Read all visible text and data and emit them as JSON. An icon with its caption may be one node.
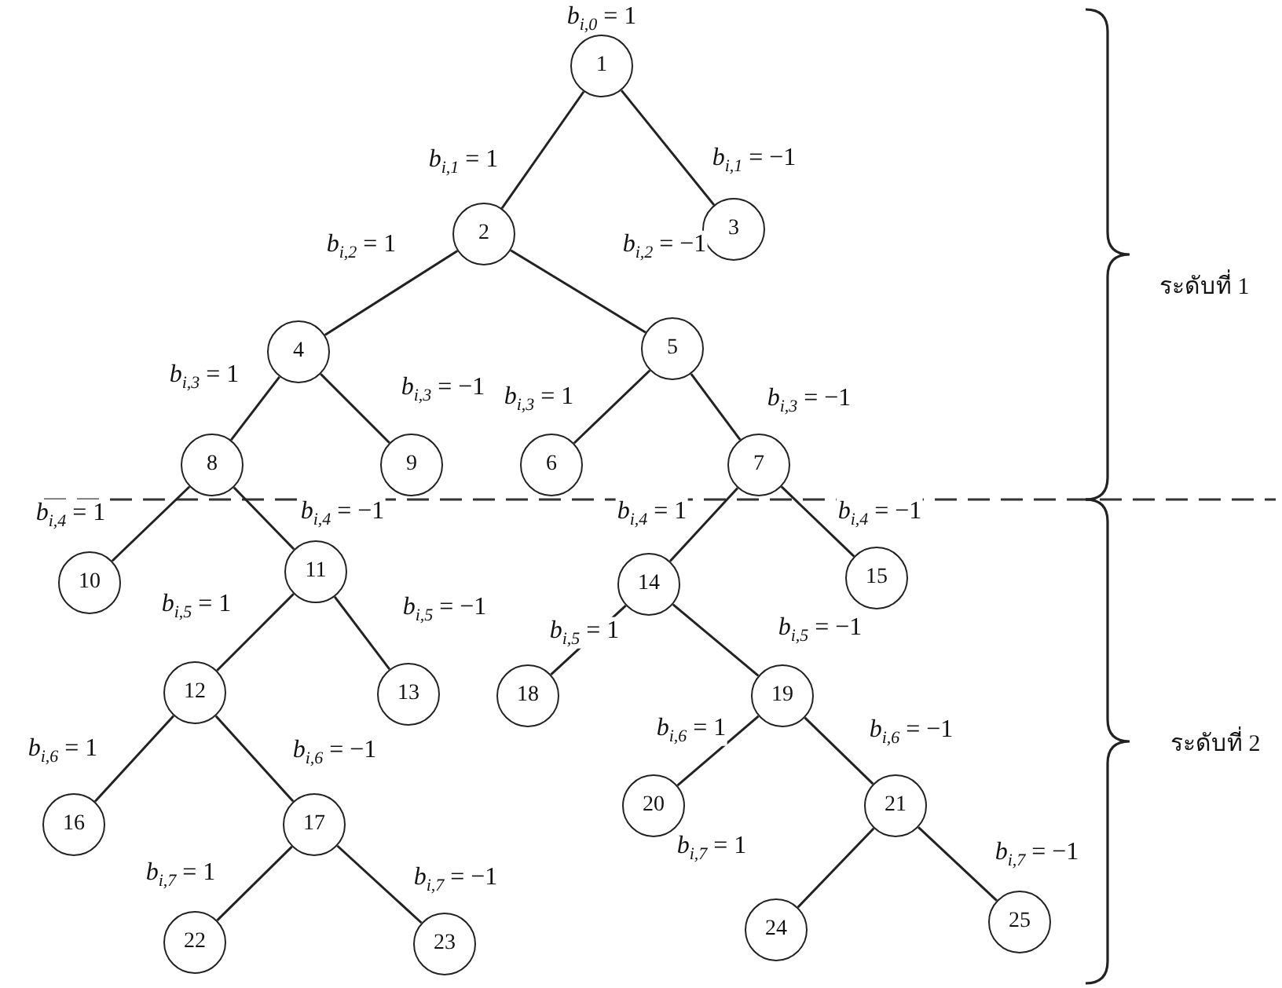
{
  "diagram": {
    "nodes": [
      {
        "text": [
          "1"
        ],
        "beside": [
          "*b*$_{i,0}$ = 1"
        ]
      },
      {
        "text": [
          "2"
        ]
      },
      {
        "text": [
          "3"
        ]
      },
      {
        "text": [
          "4"
        ]
      },
      {
        "text": [
          "5"
        ]
      },
      {
        "text": [
          "6"
        ]
      },
      {
        "text": [
          "7"
        ]
      },
      {
        "text": [
          "8"
        ]
      },
      {
        "text": [
          "9"
        ]
      },
      {
        "text": [
          "10"
        ]
      },
      {
        "text": [
          "11"
        ]
      },
      {
        "text": [
          "12"
        ]
      },
      {
        "text": [
          "13"
        ]
      },
      {
        "text": [
          "14"
        ]
      },
      {
        "text": [
          "15"
        ]
      },
      {
        "text": [
          "16"
        ]
      },
      {
        "text": [
          "17"
        ]
      },
      {
        "text": [
          "18"
        ]
      },
      {
        "text": [
          "19"
        ]
      },
      {
        "text": [
          "20"
        ]
      },
      {
        "text": [
          "21"
        ]
      },
      {
        "text": [
          "22"
        ]
      },
      {
        "text": [
          "23"
        ]
      },
      {
        "text": [
          "24"
        ]
      },
      {
        "text": [
          "25"
        ]
      }
    ],
    "edges": [
      {
        "from": 0,
        "to": 1,
        "arrow": "none",
        "label": "*b*$_{i,1}$ = 1"
      },
      {
        "from": 0,
        "to": 2,
        "arrow": "none",
        "label": "*b*$_{i,1}$ = −1"
      },
      {
        "from": 1,
        "to": 3,
        "arrow": "none",
        "label": "*b*$_{i,2}$ = 1"
      },
      {
        "from": 1,
        "to": 4,
        "arrow": "none",
        "label": "*b*$_{i,2}$ = −1"
      },
      {
        "from": 3,
        "to": 7,
        "arrow": "none",
        "label": "*b*$_{i,3}$ = 1"
      },
      {
        "from": 3,
        "to": 8,
        "arrow": "none",
        "label": "*b*$_{i,3}$ = −1"
      },
      {
        "from": 4,
        "to": 5,
        "arrow": "none",
        "label": "*b*$_{i,3}$ = 1"
      },
      {
        "from": 4,
        "to": 6,
        "arrow": "none",
        "label": "*b*$_{i,3}$ = −1"
      },
      {
        "from": 7,
        "to": 9,
        "arrow": "none",
        "label": "*b*$_{i,4}$ = 1"
      },
      {
        "from": 7,
        "to": 10,
        "arrow": "none",
        "label": "*b*$_{i,4}$ = −1"
      },
      {
        "from": 6,
        "to": 13,
        "arrow": "none",
        "label": "*b*$_{i,4}$ = 1"
      },
      {
        "from": 6,
        "to": 14,
        "arrow": "none",
        "label": "*b*$_{i,4}$ = −1"
      },
      {
        "from": 10,
        "to": 11,
        "arrow": "none",
        "label": "*b*$_{i,5}$ = 1"
      },
      {
        "from": 10,
        "to": 12,
        "arrow": "none",
        "label": "*b*$_{i,5}$ = −1"
      },
      {
        "from": 13,
        "to": 17,
        "arrow": "none",
        "label": "*b*$_{i,5}$ = 1"
      },
      {
        "from": 13,
        "to": 18,
        "arrow": "none",
        "label": "*b*$_{i,5}$ = −1"
      },
      {
        "from": 11,
        "to": 15,
        "arrow": "none",
        "label": "*b*$_{i,6}$ = 1"
      },
      {
        "from": 11,
        "to": 16,
        "arrow": "none",
        "label": "*b*$_{i,6}$ = −1"
      },
      {
        "from": 18,
        "to": 19,
        "arrow": "none",
        "label": "*b*$_{i,6}$ = 1"
      },
      {
        "from": 18,
        "to": 20,
        "arrow": "none",
        "label": "*b*$_{i,6}$ = −1"
      },
      {
        "from": 16,
        "to": 21,
        "arrow": "none",
        "label": "*b*$_{i,7}$ = 1"
      },
      {
        "from": 16,
        "to": 22,
        "arrow": "none",
        "label": "*b*$_{i,7}$ = −1"
      },
      {
        "from": 20,
        "to": 23,
        "arrow": "none",
        "label": "*b*$_{i,7}$ = 1"
      },
      {
        "from": 20,
        "to": 24,
        "arrow": "none",
        "label": "*b*$_{i,7}$ = −1"
      }
    ],
    "labels": [
      "ระดับที่ 1",
      "ระดับที่ 2"
    ]
  }
}
